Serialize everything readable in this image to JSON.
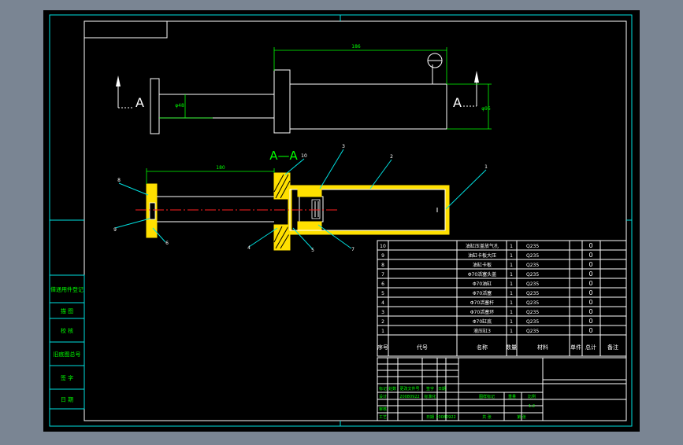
{
  "drawing": {
    "section_letter_left": "A",
    "section_letter_right": "A",
    "section_title": "A—A",
    "dimensions": {
      "top_length": "186",
      "top_small_dia": "φ48",
      "top_body_dia": "φ95",
      "section_length": "180",
      "section_right": "1"
    },
    "balloons": [
      "1",
      "2",
      "3",
      "4",
      "5",
      "6",
      "7",
      "8",
      "9",
      "10"
    ],
    "colors": {
      "background": "#000000",
      "frame": "#ffffff",
      "border": "#00e0e0",
      "dimension": "#00ff00",
      "hatch": "#ffe000",
      "centerline": "#ff2020"
    }
  },
  "sidebar": {
    "cells": [
      "借通用件登记",
      "描 图",
      "校 核",
      "旧底图总号",
      "签 字",
      "日 期"
    ]
  },
  "bom": {
    "header": {
      "seq": "序号",
      "code": "代号",
      "name": "名称",
      "qty": "数量",
      "material": "材料",
      "unit_weight": "单件",
      "total_weight": "总计",
      "note": "备注"
    },
    "rows": [
      {
        "seq": "10",
        "name": "油缸压盖放气孔",
        "qty": "1",
        "material": "Q235",
        "weight": "0"
      },
      {
        "seq": "9",
        "name": "油缸卡板大压",
        "qty": "1",
        "material": "Q235",
        "weight": "0"
      },
      {
        "seq": "8",
        "name": "油缸卡板",
        "qty": "1",
        "material": "Q235",
        "weight": "0"
      },
      {
        "seq": "7",
        "name": "Φ70活塞头盖",
        "qty": "1",
        "material": "Q235",
        "weight": "0"
      },
      {
        "seq": "6",
        "name": "Φ70油缸",
        "qty": "1",
        "material": "Q235",
        "weight": "0"
      },
      {
        "seq": "5",
        "name": "Φ70活塞",
        "qty": "1",
        "material": "Q235",
        "weight": "0"
      },
      {
        "seq": "4",
        "name": "Φ70活塞杆",
        "qty": "1",
        "material": "Q235",
        "weight": "0"
      },
      {
        "seq": "3",
        "name": "Φ70活塞环",
        "qty": "1",
        "material": "Q235",
        "weight": "0"
      },
      {
        "seq": "2",
        "name": "Φ70缸底",
        "qty": "1",
        "material": "Q235",
        "weight": "0"
      },
      {
        "seq": "1",
        "name": "液压缸3",
        "qty": "1",
        "material": "Q235",
        "weight": "0"
      }
    ]
  },
  "titleblock": {
    "cells": [
      "标记",
      "处数",
      "更改文件号",
      "签字",
      "日期",
      "设计",
      "20080922",
      "标准化",
      "审核",
      "工艺",
      "日期",
      "20080922",
      "图样标记",
      "重量",
      "比例",
      "1:2",
      "共 张",
      "第 张"
    ]
  }
}
